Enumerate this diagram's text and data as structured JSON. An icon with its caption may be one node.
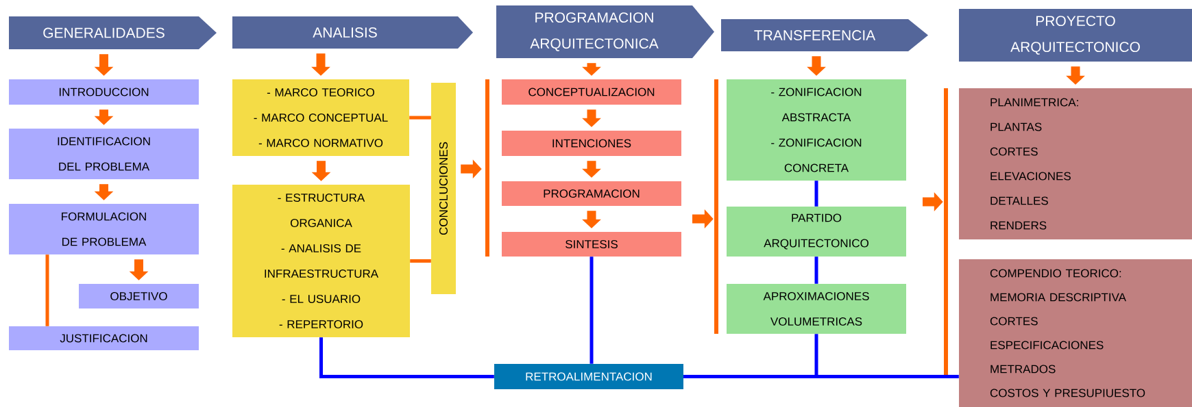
{
  "diagram": {
    "nodes": [
      {
        "text": [
          "GENERALIDADES"
        ]
      },
      {
        "text": [
          "ANALISIS"
        ]
      },
      {
        "text": [
          "PROGRAMACION ARQUITECTONICA"
        ]
      },
      {
        "text": [
          "TRANSFERENCIA"
        ]
      },
      {
        "text": [
          "PROYECTO ARQUITECTONICO"
        ]
      },
      {
        "text": [
          "INTRODUCCION"
        ]
      },
      {
        "text": [
          "IDENTIFICACION DEL PROBLEMA"
        ]
      },
      {
        "text": [
          "FORMULACION DE PROBLEMA"
        ]
      },
      {
        "text": [
          "OBJETIVO"
        ]
      },
      {
        "text": [
          "JUSTIFICACION"
        ]
      },
      {
        "text": [
          "- MARCO TEORICO",
          "- MARCO CONCEPTUAL",
          "- MARCO NORMATIVO"
        ]
      },
      {
        "text": [
          "- ESTRUCTURA ORGANICA",
          "- ANALISIS DE INFRAESTRUCTURA",
          "- EL USUARIO",
          "- REPERTORIO"
        ]
      },
      {
        "text": [
          "CONCLUCIONES"
        ]
      },
      {
        "text": [],
        "shape": "bar"
      },
      {
        "text": [
          "CONCEPTUALIZACION"
        ]
      },
      {
        "text": [
          "INTENCIONES"
        ]
      },
      {
        "text": [
          "PROGRAMACION"
        ]
      },
      {
        "text": [
          "SINTESIS"
        ]
      },
      {
        "text": [],
        "shape": "bar"
      },
      {
        "text": [
          "- ZONIFICACION ABSTRACTA",
          "- ZONIFICACION CONCRETA"
        ]
      },
      {
        "text": [
          "PARTIDO ARQUITECTONICO"
        ]
      },
      {
        "text": [
          "APROXIMACIONES VOLUMETRICAS"
        ]
      },
      {
        "text": [],
        "shape": "bar"
      },
      {
        "text": [
          "PLANIMETRICA:",
          "PLANTAS",
          "CORTES",
          "ELEVACIONES",
          "DETALLES",
          "RENDERS"
        ]
      },
      {
        "text": [
          "COMPENDIO TEORICO:",
          "MEMORIA DESCRIPTIVA",
          "CORTES",
          "ESPECIFICACIONES",
          "METRADOS",
          "COSTOS Y PRESUPIUESTO"
        ]
      },
      {
        "text": [
          "RETROALIMENTACION"
        ]
      }
    ],
    "edges": [
      {
        "from": 0,
        "to": 5,
        "arrow": "to"
      },
      {
        "from": 5,
        "to": 6,
        "arrow": "to"
      },
      {
        "from": 6,
        "to": 7,
        "arrow": "to"
      },
      {
        "from": 7,
        "to": 8,
        "arrow": "to"
      },
      {
        "from": 7,
        "to": 9,
        "arrow": "none"
      },
      {
        "from": 1,
        "to": 10,
        "arrow": "to"
      },
      {
        "from": 10,
        "to": 11,
        "arrow": "to"
      },
      {
        "from": 10,
        "to": 12,
        "arrow": "none"
      },
      {
        "from": 11,
        "to": 12,
        "arrow": "none"
      },
      {
        "from": 12,
        "to": 13,
        "arrow": "to"
      },
      {
        "from": 2,
        "to": 14,
        "arrow": "to"
      },
      {
        "from": 14,
        "to": 15,
        "arrow": "to"
      },
      {
        "from": 15,
        "to": 16,
        "arrow": "to"
      },
      {
        "from": 16,
        "to": 17,
        "arrow": "to"
      },
      {
        "from": null,
        "to": 18,
        "arrow": "to"
      },
      {
        "from": 3,
        "to": 19,
        "arrow": "to"
      },
      {
        "from": 19,
        "to": 20,
        "arrow": "none",
        "color": "#0000ff"
      },
      {
        "from": 20,
        "to": 21,
        "arrow": "none",
        "color": "#0000ff"
      },
      {
        "from": null,
        "to": 22,
        "arrow": "to"
      },
      {
        "from": 4,
        "to": 23,
        "arrow": "to"
      },
      {
        "from": 11,
        "to": 25,
        "arrow": "none",
        "color": "#0000ff"
      },
      {
        "from": 17,
        "to": 25,
        "arrow": "none",
        "color": "#0000ff"
      },
      {
        "from": 21,
        "to": 25,
        "arrow": "none",
        "color": "#0000ff"
      },
      {
        "from": 24,
        "to": 25,
        "arrow": "none",
        "color": "#0000ff"
      }
    ]
  }
}
